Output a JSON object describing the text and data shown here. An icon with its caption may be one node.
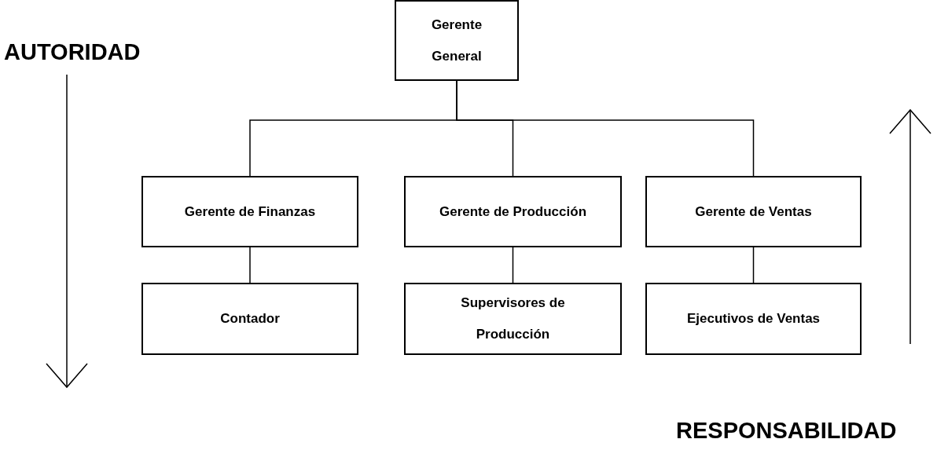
{
  "diagram": {
    "nodes": [
      {
        "text": [
          "Gerente General"
        ]
      },
      {
        "text": [
          "Gerente de Finanzas"
        ]
      },
      {
        "text": [
          "Gerente de Producción"
        ]
      },
      {
        "text": [
          "Gerente de Ventas"
        ]
      },
      {
        "text": [
          "Contador"
        ]
      },
      {
        "text": [
          "Supervisores de Producción"
        ]
      },
      {
        "text": [
          "Ejecutivos de Ventas"
        ]
      }
    ],
    "edges": [
      {
        "from": 0,
        "to": 1,
        "arrow": "none"
      },
      {
        "from": 0,
        "to": 2,
        "arrow": "none"
      },
      {
        "from": 0,
        "to": 3,
        "arrow": "none"
      },
      {
        "from": 1,
        "to": 4,
        "arrow": "none"
      },
      {
        "from": 2,
        "to": 5,
        "arrow": "none"
      },
      {
        "from": 3,
        "to": 6,
        "arrow": "none"
      }
    ],
    "labels": [
      "AUTORIDAD",
      "RESPONSABILIDAD"
    ]
  }
}
